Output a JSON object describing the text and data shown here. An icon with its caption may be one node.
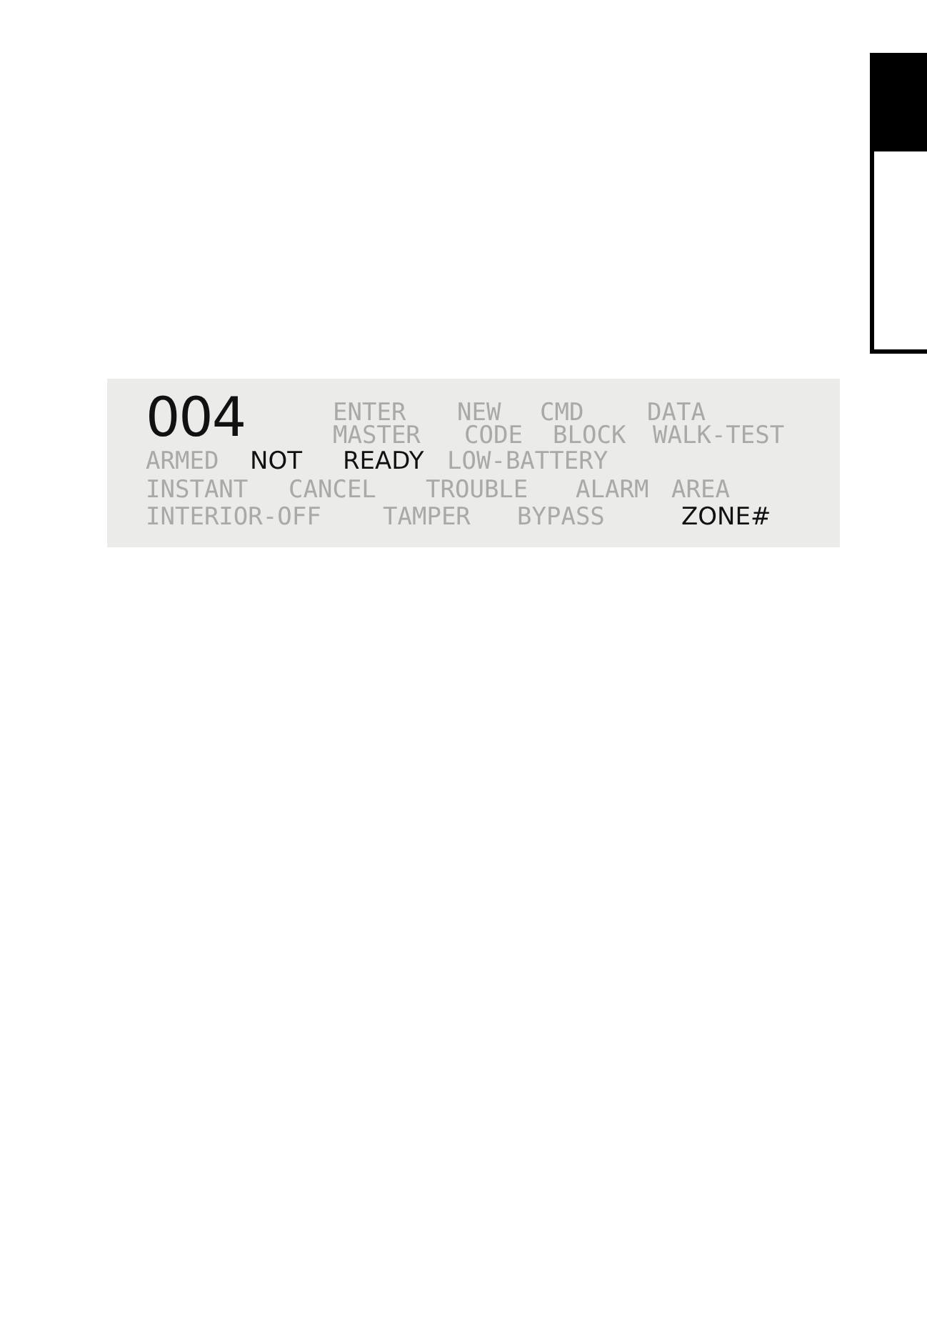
{
  "diagram": {
    "labels": [
      "004",
      "ENTER",
      "NEW",
      "CMD",
      "DATA",
      "MASTER",
      "CODE",
      "BLOCK",
      "WALK-TEST",
      "ARMED",
      "NOT",
      "READY",
      "LOW-BATTERY",
      "INSTANT",
      "CANCEL",
      "TROUBLE",
      "ALARM",
      "AREA",
      "INTERIOR-OFF",
      "TAMPER",
      "BYPASS",
      "ZONE#"
    ]
  }
}
